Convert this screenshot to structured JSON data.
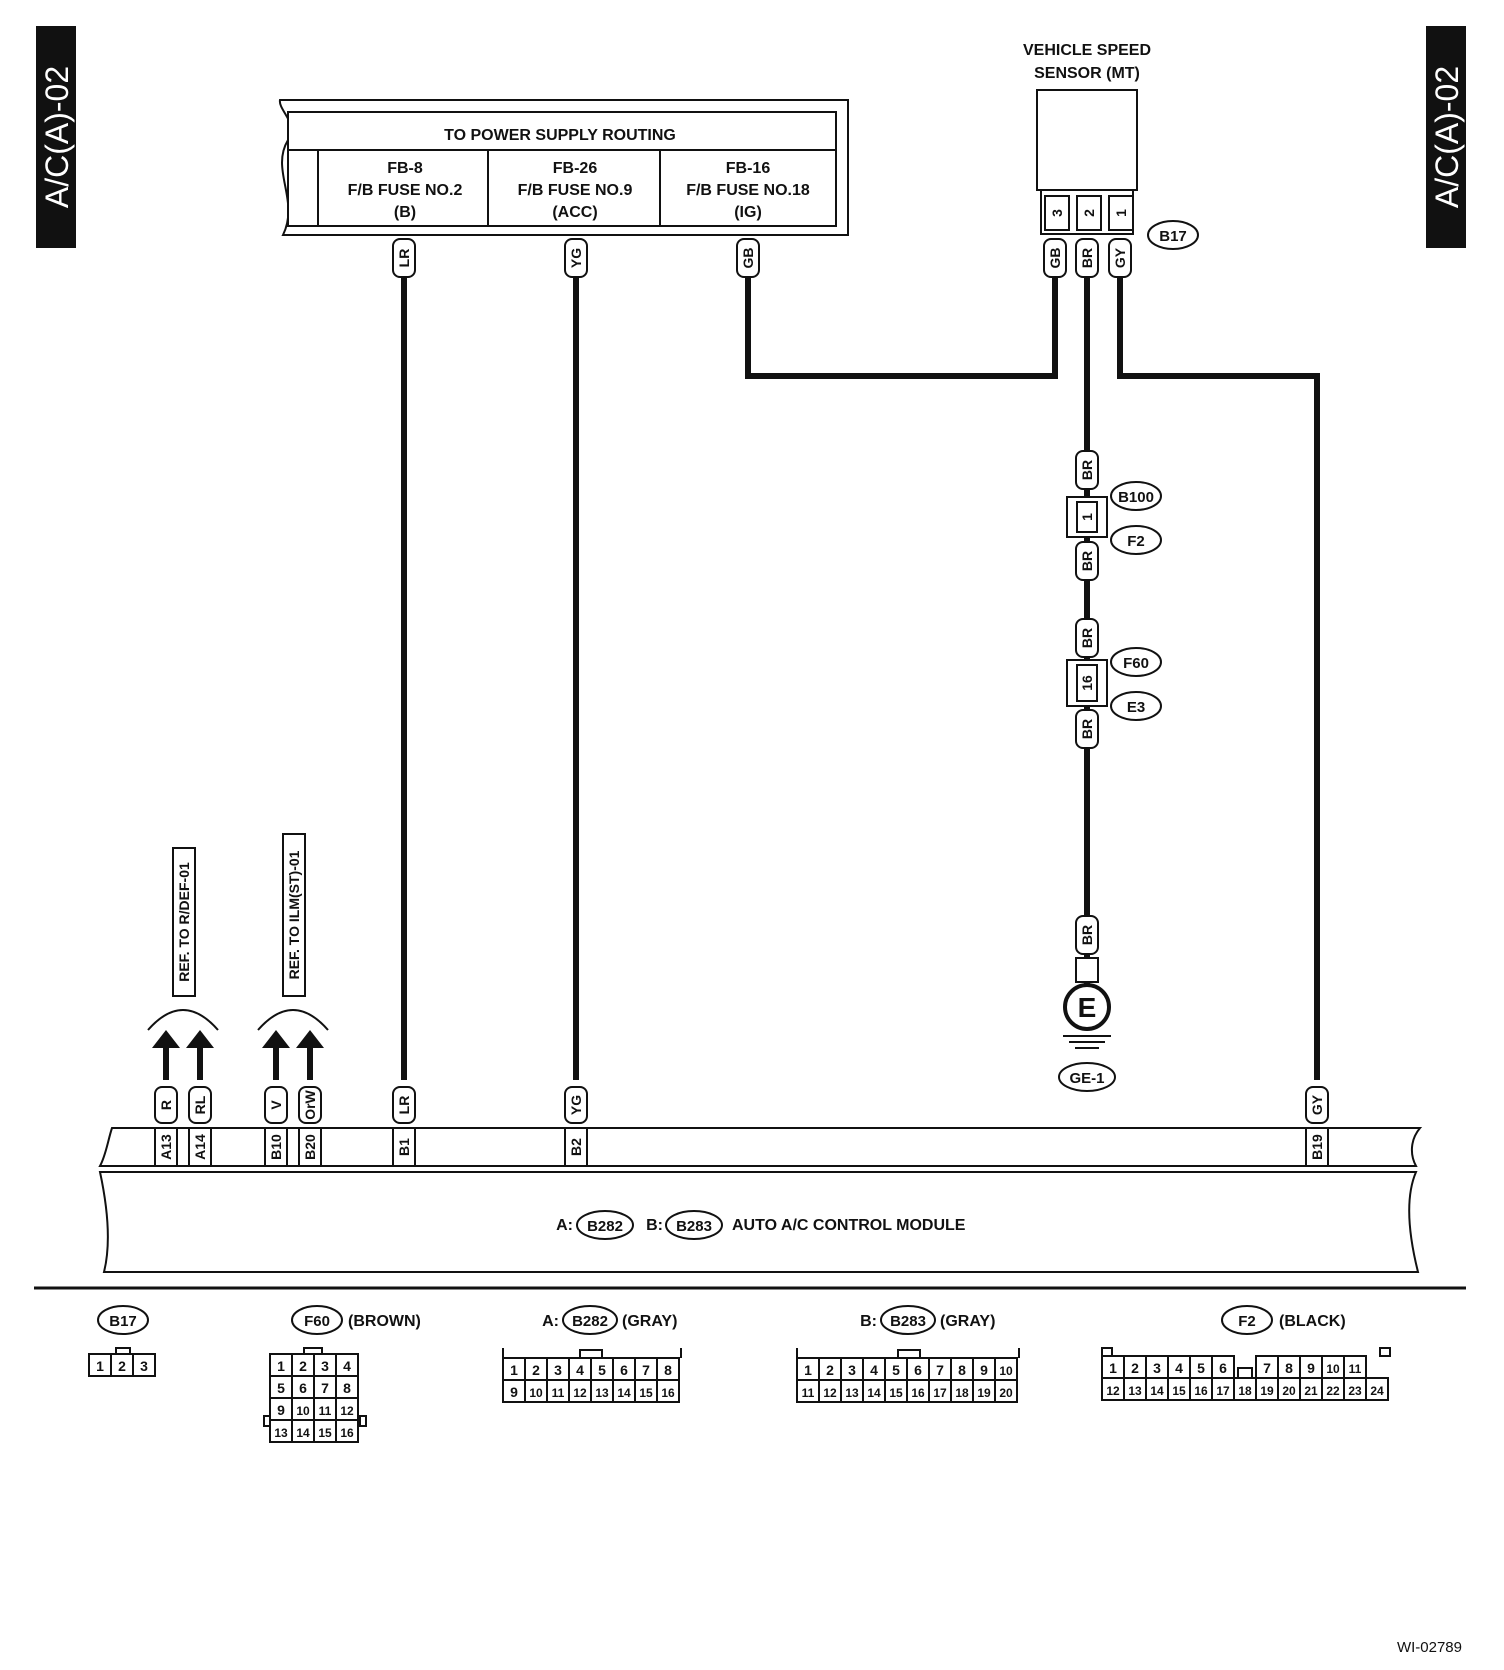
{
  "side_tabs": {
    "left": "A/C(A)-02",
    "right": "A/C(A)-02"
  },
  "power_supply": {
    "title": "TO POWER SUPPLY ROUTING",
    "fuses": [
      {
        "l1": "FB-8",
        "l2": "F/B FUSE NO.2",
        "l3": "(B)"
      },
      {
        "l1": "FB-26",
        "l2": "F/B FUSE NO.9",
        "l3": "(ACC)"
      },
      {
        "l1": "FB-16",
        "l2": "F/B FUSE NO.18",
        "l3": "(IG)"
      }
    ]
  },
  "sensor": {
    "title_l1": "VEHICLE SPEED",
    "title_l2": "SENSOR (MT)",
    "connector": "B17",
    "pins": [
      "3",
      "2",
      "1"
    ]
  },
  "wire_labels": {
    "lr_top": "LR",
    "yg_top": "YG",
    "gb_top": "GB",
    "s_gb": "GB",
    "s_br": "BR",
    "s_gy": "GY",
    "br1": "BR",
    "br2": "BR",
    "br3": "BR",
    "br4": "BR",
    "br5": "BR",
    "r": "R",
    "rl": "RL",
    "v": "V",
    "orw": "OrW",
    "lr_bot": "LR",
    "yg_bot": "YG",
    "gy_bot": "GY"
  },
  "inline_connectors": {
    "b100": "B100",
    "f2": "F2",
    "pin_1": "1",
    "f60": "F60",
    "e3": "E3",
    "pin_16": "16"
  },
  "ground": {
    "symbol": "E",
    "label": "GE-1"
  },
  "refs": {
    "r_def": "REF. TO R/DEF-01",
    "ilm": "REF. TO ILM(ST)-01"
  },
  "module": {
    "a_prefix": "A:",
    "a_conn": "B282",
    "b_prefix": "B:",
    "b_conn": "B283",
    "name": "AUTO A/C CONTROL MODULE",
    "terminals": {
      "a13": "A13",
      "a14": "A14",
      "b10": "B10",
      "b20": "B20",
      "b1": "B1",
      "b2": "B2",
      "b19": "B19"
    }
  },
  "connector_views": {
    "b17": {
      "name": "B17",
      "pins": [
        "1",
        "2",
        "3"
      ]
    },
    "f60": {
      "name": "F60",
      "color": "(BROWN)",
      "rows": [
        [
          "1",
          "2",
          "3",
          "4"
        ],
        [
          "5",
          "6",
          "7",
          "8"
        ],
        [
          "9",
          "10",
          "11",
          "12"
        ],
        [
          "13",
          "14",
          "15",
          "16"
        ]
      ]
    },
    "b282": {
      "prefix": "A:",
      "name": "B282",
      "color": "(GRAY)",
      "rows": [
        [
          "1",
          "2",
          "3",
          "4",
          "5",
          "6",
          "7",
          "8"
        ],
        [
          "9",
          "10",
          "11",
          "12",
          "13",
          "14",
          "15",
          "16"
        ]
      ]
    },
    "b283": {
      "prefix": "B:",
      "name": "B283",
      "color": "(GRAY)",
      "rows": [
        [
          "1",
          "2",
          "3",
          "4",
          "5",
          "6",
          "7",
          "8",
          "9",
          "10"
        ],
        [
          "11",
          "12",
          "13",
          "14",
          "15",
          "16",
          "17",
          "18",
          "19",
          "20"
        ]
      ]
    },
    "f2": {
      "name": "F2",
      "color": "(BLACK)",
      "row1": [
        "1",
        "2",
        "3",
        "4",
        "5",
        "6",
        "",
        "7",
        "8",
        "9",
        "10",
        "11"
      ],
      "row2": [
        "12",
        "13",
        "14",
        "15",
        "16",
        "17",
        "18",
        "19",
        "20",
        "21",
        "22",
        "23",
        "24"
      ]
    }
  },
  "drawing_code": "WI-02789"
}
